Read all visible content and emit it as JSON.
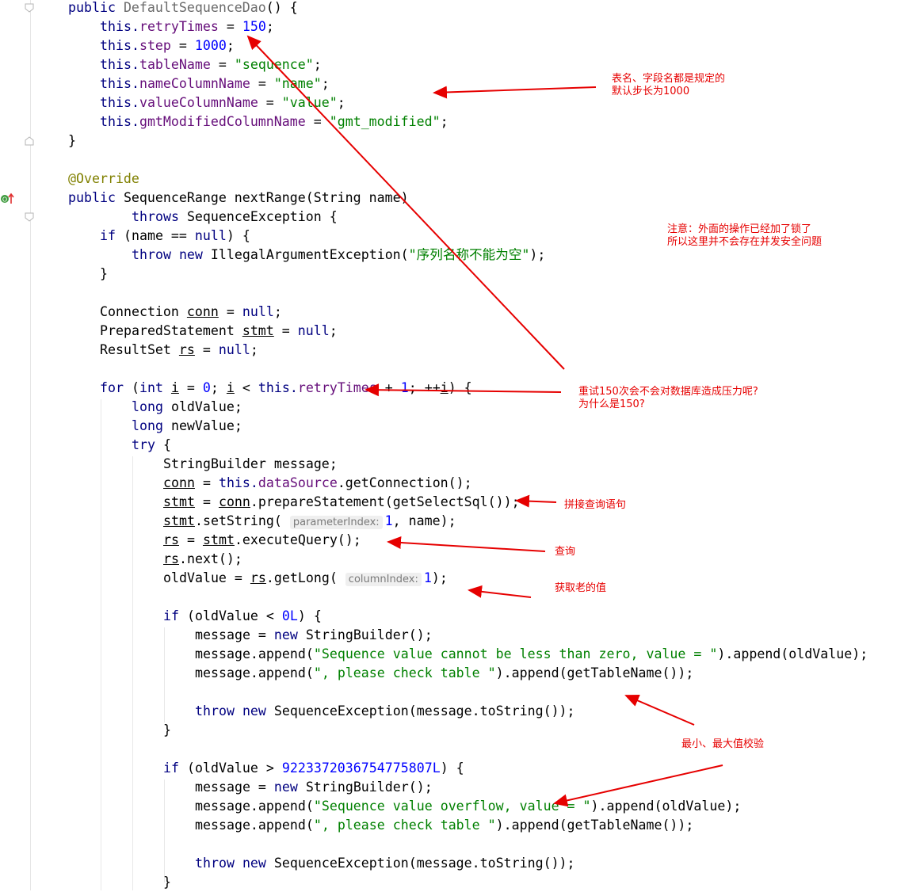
{
  "colors": {
    "keyword": "#000080",
    "field": "#660e7a",
    "number": "#0000ff",
    "string": "#008000",
    "annotation": "#808000",
    "note": "#e60000",
    "arrow": "#e60000"
  },
  "icons": {
    "fold_markers": "fold-marker-icon",
    "override": "override-gutter-icon"
  },
  "code": {
    "l1_kw": "public ",
    "l1_name": "DefaultSequenceDao",
    "l1_rest": "() {",
    "l2_this": "this.",
    "l2_field": "retryTimes",
    "l2_eq": " = ",
    "l2_num": "150",
    "l2_end": ";",
    "l3_this": "this.",
    "l3_field": "step",
    "l3_eq": " = ",
    "l3_num": "1000",
    "l3_end": ";",
    "l4_this": "this.",
    "l4_field": "tableName",
    "l4_eq": " = ",
    "l4_str": "\"sequence\"",
    "l4_end": ";",
    "l5_this": "this.",
    "l5_field": "nameColumnName",
    "l5_eq": " = ",
    "l5_str": "\"name\"",
    "l5_end": ";",
    "l6_this": "this.",
    "l6_field": "valueColumnName",
    "l6_eq": " = ",
    "l6_str": "\"value\"",
    "l6_end": ";",
    "l7_this": "this.",
    "l7_field": "gmtModifiedColumnName",
    "l7_eq": " = ",
    "l7_str": "\"gmt_modified\"",
    "l7_end": ";",
    "l8": "}",
    "l9_ann": "@Override",
    "l10_kw": "public ",
    "l10_rest": "SequenceRange nextRange(String name)",
    "l11_kw": "throws ",
    "l11_rest": "SequenceException {",
    "l12_kw": "if ",
    "l12_a": "(name == ",
    "l12_null": "null",
    "l12_b": ") {",
    "l13_kw": "throw new ",
    "l13_a": "IllegalArgumentException(",
    "l13_str": "\"序列名称不能为空\"",
    "l13_b": ");",
    "l14": "}",
    "l15_a": "Connection ",
    "l15_var": "conn",
    "l15_b": " = ",
    "l15_null": "null",
    "l15_c": ";",
    "l16_a": "PreparedStatement ",
    "l16_var": "stmt",
    "l16_b": " = ",
    "l16_null": "null",
    "l16_c": ";",
    "l17_a": "ResultSet ",
    "l17_var": "rs",
    "l17_b": " = ",
    "l17_null": "null",
    "l17_c": ";",
    "l18_kw": "for ",
    "l18_a": "(",
    "l18_int": "int ",
    "l18_i": "i",
    "l18_b": " = ",
    "l18_zero": "0",
    "l18_c": "; ",
    "l18_i2": "i",
    "l18_d": " < ",
    "l18_this": "this.",
    "l18_field": "retryTimes",
    "l18_e": " + ",
    "l18_one": "1",
    "l18_f": "; ++",
    "l18_i3": "i",
    "l18_g": ") {",
    "l19_kw": "long ",
    "l19_rest": "oldValue;",
    "l20_kw": "long ",
    "l20_rest": "newValue;",
    "l21_kw": "try ",
    "l21_rest": "{",
    "l22": "StringBuilder message;",
    "l23_var": "conn",
    "l23_a": " = ",
    "l23_this": "this.",
    "l23_field": "dataSource",
    "l23_b": ".getConnection();",
    "l24_var": "stmt",
    "l24_a": " = ",
    "l24_var2": "conn",
    "l24_b": ".prepareStatement(getSelectSql());",
    "l25_var": "stmt",
    "l25_a": ".setString( ",
    "l25_hint": "parameterIndex:",
    "l25_num": "1",
    "l25_b": ", name);",
    "l26_var": "rs",
    "l26_a": " = ",
    "l26_var2": "stmt",
    "l26_b": ".executeQuery();",
    "l27_var": "rs",
    "l27_a": ".next();",
    "l28_a": "oldValue = ",
    "l28_var": "rs",
    "l28_b": ".getLong( ",
    "l28_hint": "columnIndex:",
    "l28_num": "1",
    "l28_c": ");",
    "l29_kw": "if ",
    "l29_a": "(oldValue < ",
    "l29_num": "0L",
    "l29_b": ") {",
    "l30_a": "message = ",
    "l30_kw": "new ",
    "l30_b": "StringBuilder();",
    "l31_a": "message.append(",
    "l31_str": "\"Sequence value cannot be less than zero, value = \"",
    "l31_b": ").append(oldValue);",
    "l32_a": "message.append(",
    "l32_str": "\", please check table \"",
    "l32_b": ").append(getTableName());",
    "l33_kw": "throw new ",
    "l33_b": "SequenceException(message.toString());",
    "l34": "}",
    "l35_kw": "if ",
    "l35_a": "(oldValue > ",
    "l35_num": "9223372036754775807L",
    "l35_b": ") {",
    "l36_a": "message = ",
    "l36_kw": "new ",
    "l36_b": "StringBuilder();",
    "l37_a": "message.append(",
    "l37_str": "\"Sequence value overflow, value = \"",
    "l37_b": ").append(oldValue);",
    "l38_a": "message.append(",
    "l38_str": "\", please check table \"",
    "l38_b": ").append(getTableName());",
    "l39_kw": "throw new ",
    "l39_b": "SequenceException(message.toString());",
    "l40": "}"
  },
  "notes": {
    "table_names": "表名、字段名都是规定的\n默认步长为1000",
    "lock": "注意：外面的操作已经加了锁了\n所以这里并不会存在并发安全问题",
    "retry": "重试150次会不会对数据库造成压力呢?\n为什么是150?",
    "build_sql": "拼接查询语句",
    "query": "查询",
    "old_value": "获取老的值",
    "min_max": "最小、最大值校验"
  }
}
